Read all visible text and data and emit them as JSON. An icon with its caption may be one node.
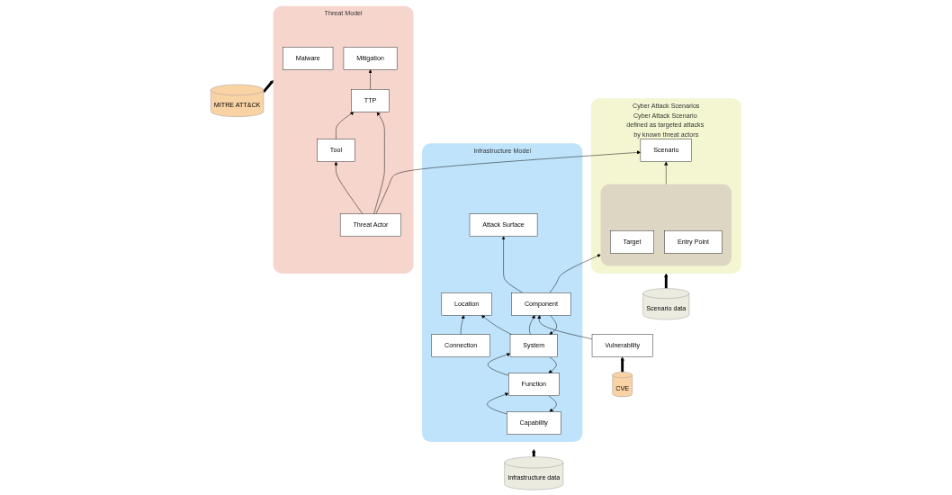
{
  "diagram": {
    "nodes": [
      {
        "text": [
          "Infrastructure Model"
        ]
      },
      {
        "text": [
          "Capability"
        ],
        "in": 0
      },
      {
        "text": [
          "Connection"
        ],
        "in": 0
      },
      {
        "text": [
          "Function"
        ],
        "in": 0
      },
      {
        "text": [
          "Location"
        ],
        "in": 0
      },
      {
        "text": [
          "System"
        ],
        "in": 0
      },
      {
        "text": [
          "Vulnerability"
        ]
      },
      {
        "text": [
          "Component"
        ],
        "in": 0
      },
      {
        "text": [
          "Attack Surface"
        ],
        "in": 0
      },
      {
        "text": [
          "Cyber Attack Scenarios",
          "Cyber Attack Scenario defined as targeted attacks by known threat actors"
        ]
      },
      {
        "text": [],
        "shape": "box",
        "in": 9
      },
      {
        "text": [
          "Target"
        ],
        "in": 10
      },
      {
        "text": [
          "Entry Point"
        ],
        "in": 10
      },
      {
        "text": [
          "Scenario"
        ],
        "in": 9
      },
      {
        "text": [
          "Threat Model"
        ]
      },
      {
        "text": [
          "Malware"
        ],
        "in": 14
      },
      {
        "text": [
          "Tool"
        ],
        "in": 14
      },
      {
        "text": [
          "Threat Actor"
        ],
        "in": 14
      },
      {
        "text": [
          "TTP"
        ],
        "in": 14
      },
      {
        "text": [
          "Mitigation"
        ],
        "in": 14
      },
      {
        "text": [
          "CVE"
        ]
      },
      {
        "text": [
          "Infrastructure data"
        ]
      },
      {
        "text": [
          "Scenario data"
        ]
      },
      {
        "text": [
          "MITRE ATT&CK"
        ]
      }
    ],
    "edges": [
      {
        "from": 1,
        "to": 3,
        "arrow": "to"
      },
      {
        "from": 3,
        "to": 1,
        "arrow": "to"
      },
      {
        "from": 2,
        "to": 4,
        "arrow": "to"
      },
      {
        "from": 3,
        "to": 5,
        "arrow": "to"
      },
      {
        "from": 5,
        "to": 3,
        "arrow": "to"
      },
      {
        "from": 5,
        "to": 4,
        "arrow": "to"
      },
      {
        "from": 5,
        "to": 7,
        "arrow": "to"
      },
      {
        "from": 7,
        "to": 5,
        "arrow": "to"
      },
      {
        "from": 6,
        "to": 7,
        "arrow": "to"
      },
      {
        "from": 7,
        "to": 8,
        "arrow": "to"
      },
      {
        "from": 7,
        "to": 10,
        "arrow": "to"
      },
      {
        "from": 10,
        "to": 13,
        "arrow": "to"
      },
      {
        "from": 17,
        "to": 13,
        "arrow": "to"
      },
      {
        "from": 17,
        "to": 16,
        "arrow": "to"
      },
      {
        "from": 16,
        "to": 18,
        "arrow": "to"
      },
      {
        "from": 17,
        "to": 18,
        "arrow": "to"
      },
      {
        "from": 18,
        "to": 19,
        "arrow": "to"
      },
      {
        "from": 20,
        "to": 6,
        "arrow": "to",
        "style": "thick"
      },
      {
        "from": 21,
        "to": 0,
        "arrow": "to",
        "style": "thick"
      },
      {
        "from": 22,
        "to": 9,
        "arrow": "to",
        "style": "thick"
      },
      {
        "from": 23,
        "to": 14,
        "arrow": "to",
        "style": "thick"
      }
    ]
  }
}
